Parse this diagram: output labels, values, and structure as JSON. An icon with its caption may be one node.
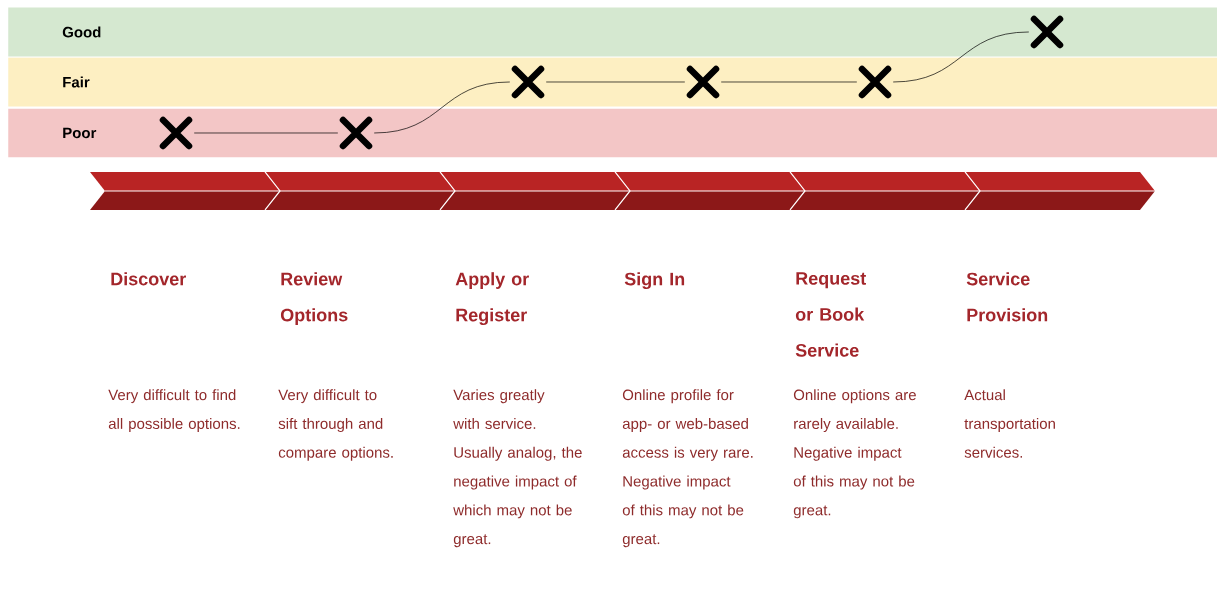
{
  "diagram": {
    "nodes": [
      {
        "text": [
          "Good"
        ]
      },
      {
        "text": [
          "Fair"
        ]
      },
      {
        "text": [
          "Poor"
        ]
      },
      {
        "text": [],
        "shape": "cross",
        "in": 2
      },
      {
        "text": [],
        "shape": "cross",
        "in": 2
      },
      {
        "text": [],
        "shape": "cross",
        "in": 1
      },
      {
        "text": [],
        "shape": "cross",
        "in": 1
      },
      {
        "text": [],
        "shape": "cross",
        "in": 1
      },
      {
        "text": [],
        "shape": "cross",
        "in": 0
      }
    ],
    "edges": [
      {
        "from": 3,
        "to": 4,
        "arrow": "none"
      },
      {
        "from": 4,
        "to": 5,
        "arrow": "none"
      },
      {
        "from": 5,
        "to": 6,
        "arrow": "none"
      },
      {
        "from": 6,
        "to": 7,
        "arrow": "none"
      },
      {
        "from": 7,
        "to": 8,
        "arrow": "none"
      }
    ],
    "labels": [
      "Discover",
      "Review Options",
      "Apply or Register",
      "Sign In",
      "Request or Book Service",
      "Service Provision",
      "Very difficult to find all possible options.",
      "Very difficult to sift through and compare options.",
      "Varies greatly with service. Usually analog, the negative impact of which may not be great.",
      "Online profile for app- or web-based access is very rare. Negative impact of this may not be great.",
      "Online options are rarely available. Negative impact of this may not be great.",
      "Actual transportation services."
    ]
  }
}
